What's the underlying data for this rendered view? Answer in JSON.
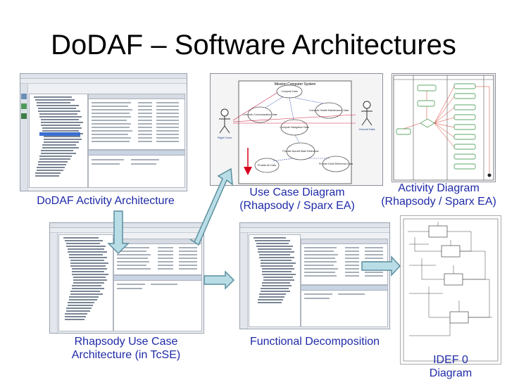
{
  "slide": {
    "title": "DoDAF – Software Architectures"
  },
  "captions": {
    "dodaf_activity": "DoDAF Activity Architecture",
    "use_case_line1": "Use Case Diagram",
    "use_case_line2": "(Rhapsody / Sparx EA)",
    "activity_line1": "Activity Diagram",
    "activity_line2": "(Rhapsody / Sparx EA)",
    "rhapsody_line1": "Rhapsody Use Case",
    "rhapsody_line2": "Architecture (in TcSE)",
    "functional": "Functional Decomposition",
    "idef_line1": "IDEF 0",
    "idef_line2": "Diagram"
  },
  "use_case": {
    "system_label": "Mission Computer System",
    "actors": [
      "Flight Crew",
      "Ground Data"
    ],
    "use_cases": [
      "Compute Data",
      "Compute Communication Data",
      "Compute Health Maintenance Data",
      "Compute Navigation Data",
      "Provide Aircraft State Reference",
      "Provide Air Data",
      "Provide Earth Reference Data"
    ]
  },
  "colors": {
    "caption": "#1f2aa8",
    "arrow_fill": "#b9dde6",
    "arrow_stroke": "#5a8e9e",
    "red_arrow": "#d8001c",
    "usecase_link": "#cc2244"
  }
}
